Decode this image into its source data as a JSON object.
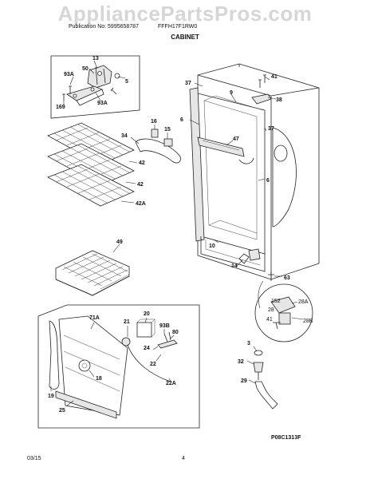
{
  "header": {
    "watermark": "AppliancePartsPros.com",
    "publication": "Publication No: 5995658787",
    "model": "FFFH17F1RW0",
    "section": "CABINET"
  },
  "footer": {
    "date": "03/15",
    "page": "4"
  },
  "diagram_code": "P08C1313F",
  "callouts": {
    "c13": "13",
    "c50": "50",
    "c93a_1": "93A",
    "c5": "5",
    "c169": "169",
    "c93a_2": "93A",
    "c37_1": "37",
    "c9": "9",
    "c41": "41",
    "c38": "38",
    "c6_1": "6",
    "c37_2": "37",
    "c16": "16",
    "c15": "15",
    "c34": "34",
    "c47": "47",
    "c6_2": "6",
    "c42_1": "42",
    "c42_2": "42",
    "c42a": "42A",
    "c10": "10",
    "c14": "14",
    "c63": "63",
    "c49": "49",
    "c152": "152",
    "c28": "28",
    "c28a": "28A",
    "c41_2": "41",
    "c28b": "28B",
    "c71a": "71A",
    "c21": "21",
    "c20": "20",
    "c93b": "93B",
    "c80": "80",
    "c24": "24",
    "c22": "22",
    "c22a": "22A",
    "c18": "18",
    "c19": "19",
    "c25": "25",
    "c3": "3",
    "c32": "32",
    "c29": "29"
  }
}
